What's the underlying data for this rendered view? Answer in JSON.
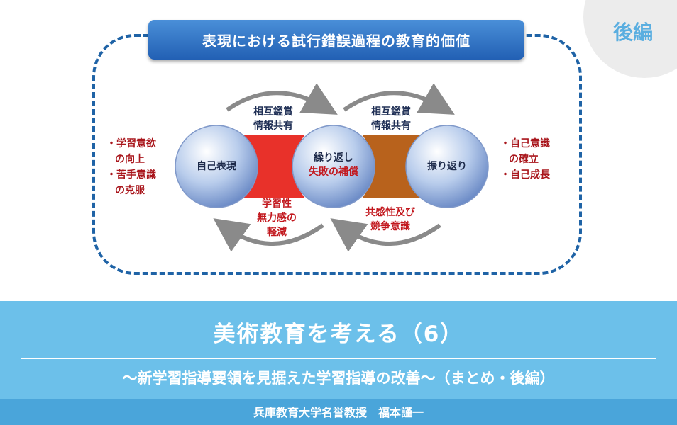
{
  "badge": "後編",
  "diagram": {
    "title": "表現における試行錯誤過程の教育的価値",
    "circles": {
      "left": "自己表現",
      "center_line1": "繰り返し",
      "center_line2": "失敗の補償",
      "right": "振り返り"
    },
    "arrows": {
      "top_left": [
        "相互鑑賞",
        "情報共有"
      ],
      "top_right": [
        "相互鑑賞",
        "情報共有"
      ],
      "bottom_left": [
        "学習性",
        "無力感の",
        "軽減"
      ],
      "bottom_right": [
        "共感性及び",
        "競争意識"
      ]
    },
    "left_notes": [
      "・学習意欲",
      "の向上",
      "・苦手意識",
      "の克服"
    ],
    "right_notes": [
      "・自己意識",
      "の確立",
      "・自己成長"
    ]
  },
  "footer": {
    "title": "美術教育を考える（6）",
    "subtitle": "〜新学習指導要領を見据えた学習指導の改善〜（まとめ・後編）",
    "author": "兵庫教育大学名誉教授　福本謹一"
  },
  "colors": {
    "frame": "#1f63a6",
    "banner": "#2260b4",
    "footer_bg": "#6cc0ea",
    "author_bg": "#4aa5da",
    "accent_red": "#c2181e",
    "connector_red": "#e8312a",
    "connector_brown": "#b8621c"
  }
}
